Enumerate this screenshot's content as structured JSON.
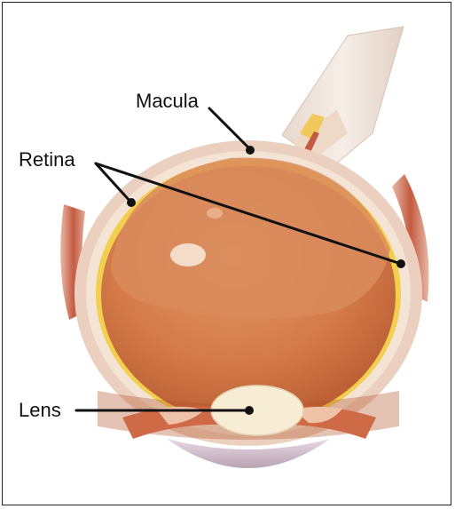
{
  "labels": {
    "macula": "Macula",
    "retina": "Retina",
    "lens": "Lens"
  },
  "colors": {
    "outer_tissue": "#e6bfa6",
    "sclera_rim": "#f2e2cf",
    "retina_yellow": "#f4d24a",
    "vitreous_dark": "#c86a3c",
    "vitreous_light": "#d88a5a",
    "lens": "#f7ecd4",
    "muscle": "#c9644a",
    "leader": "#111111"
  }
}
